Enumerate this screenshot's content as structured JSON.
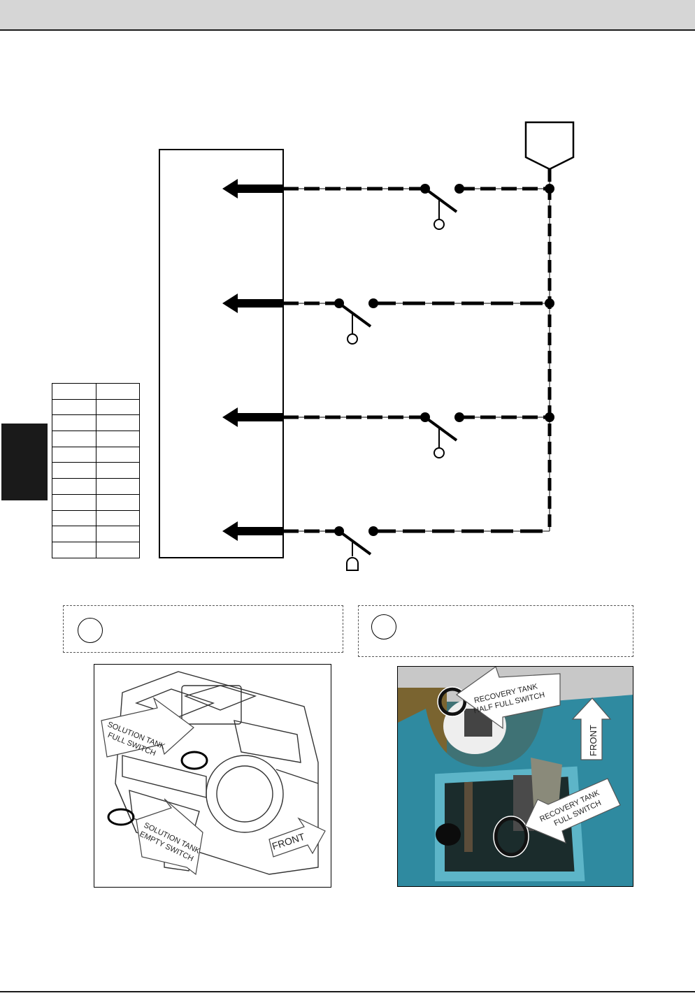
{
  "photos": {
    "left": {
      "label_full": [
        "SOLUTION TANK",
        "FULL SWITCH"
      ],
      "label_empty": [
        "SOLUTION TANK",
        "EMPTY SWITCH"
      ],
      "label_front": "FRONT"
    },
    "right": {
      "label_half": [
        "RECOVERY TANK",
        "HALF FULL SWITCH"
      ],
      "label_full": [
        "RECOVERY TANK",
        "FULL SWITCH"
      ],
      "label_front": "FRONT"
    }
  }
}
